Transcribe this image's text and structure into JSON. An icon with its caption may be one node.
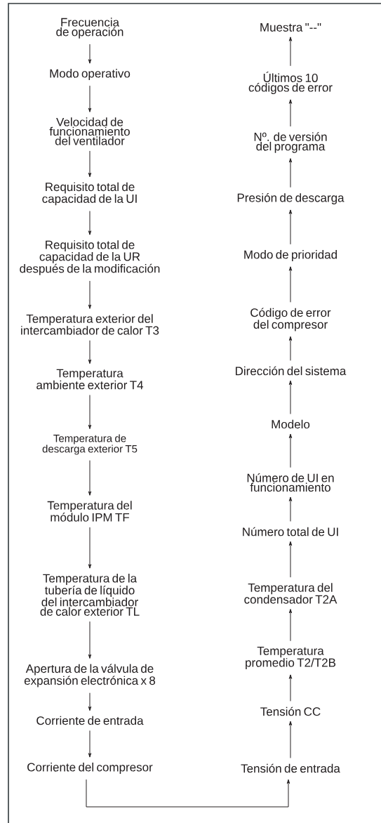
{
  "diagram": {
    "nodes": [
      {
        "text": [
          "Frecuencia de operación"
        ]
      },
      {
        "text": [
          "Modo operativo"
        ]
      },
      {
        "text": [
          "Velocidad de funcionamiento del ventilador"
        ]
      },
      {
        "text": [
          "Requisito total de capacidad de la UI"
        ]
      },
      {
        "text": [
          "Requisito total de capacidad de la UR después de la modificación"
        ]
      },
      {
        "text": [
          "Temperatura exterior del intercambiador de calor T3"
        ]
      },
      {
        "text": [
          "Temperatura ambiente exterior T4"
        ]
      },
      {
        "text": [
          "Temperatura de descarga exterior T5"
        ]
      },
      {
        "text": [
          "Temperatura del módulo IPM TF"
        ]
      },
      {
        "text": [
          "Temperatura de la tubería de líquido del intercambiador de calor exterior TL"
        ]
      },
      {
        "text": [
          "Apertura de la válvula de expansión electrónica x 8"
        ]
      },
      {
        "text": [
          "Corriente de entrada"
        ]
      },
      {
        "text": [
          "Corriente del compresor"
        ]
      },
      {
        "text": [
          "Muestra \"--\""
        ]
      },
      {
        "text": [
          "Últimos 10 códigos de error"
        ]
      },
      {
        "text": [
          "Nº. de versión del programa"
        ]
      },
      {
        "text": [
          "Presión de descarga"
        ]
      },
      {
        "text": [
          "Modo de prioridad"
        ]
      },
      {
        "text": [
          "Código de error del compresor"
        ]
      },
      {
        "text": [
          "Dirección del sistema"
        ]
      },
      {
        "text": [
          "Modelo"
        ]
      },
      {
        "text": [
          "Número de UI en funcionamiento"
        ]
      },
      {
        "text": [
          "Número total de UI"
        ]
      },
      {
        "text": [
          "Temperatura del condensador T2A"
        ]
      },
      {
        "text": [
          "Temperatura promedio T2/T2B"
        ]
      },
      {
        "text": [
          "Tensión CC"
        ]
      },
      {
        "text": [
          "Tensión de entrada"
        ]
      }
    ],
    "edges": [
      {
        "from": 0,
        "to": 1,
        "arrow": "to"
      },
      {
        "from": 1,
        "to": 2,
        "arrow": "to"
      },
      {
        "from": 2,
        "to": 3,
        "arrow": "to"
      },
      {
        "from": 3,
        "to": 4,
        "arrow": "to"
      },
      {
        "from": 4,
        "to": 5,
        "arrow": "to"
      },
      {
        "from": 5,
        "to": 6,
        "arrow": "to"
      },
      {
        "from": 6,
        "to": 7,
        "arrow": "to"
      },
      {
        "from": 7,
        "to": 8,
        "arrow": "to"
      },
      {
        "from": 8,
        "to": 9,
        "arrow": "to"
      },
      {
        "from": 9,
        "to": 10,
        "arrow": "to"
      },
      {
        "from": 10,
        "to": 11,
        "arrow": "to"
      },
      {
        "from": 11,
        "to": 12,
        "arrow": "to"
      },
      {
        "from": 12,
        "to": 26,
        "arrow": "to"
      },
      {
        "from": 26,
        "to": 25,
        "arrow": "to"
      },
      {
        "from": 25,
        "to": 24,
        "arrow": "to"
      },
      {
        "from": 24,
        "to": 23,
        "arrow": "to"
      },
      {
        "from": 23,
        "to": 22,
        "arrow": "to"
      },
      {
        "from": 22,
        "to": 21,
        "arrow": "to"
      },
      {
        "from": 21,
        "to": 20,
        "arrow": "to"
      },
      {
        "from": 20,
        "to": 19,
        "arrow": "to"
      },
      {
        "from": 19,
        "to": 18,
        "arrow": "to"
      },
      {
        "from": 18,
        "to": 17,
        "arrow": "to"
      },
      {
        "from": 17,
        "to": 16,
        "arrow": "to"
      },
      {
        "from": 16,
        "to": 15,
        "arrow": "to"
      },
      {
        "from": 15,
        "to": 14,
        "arrow": "to"
      },
      {
        "from": 14,
        "to": 13,
        "arrow": "to"
      }
    ]
  }
}
